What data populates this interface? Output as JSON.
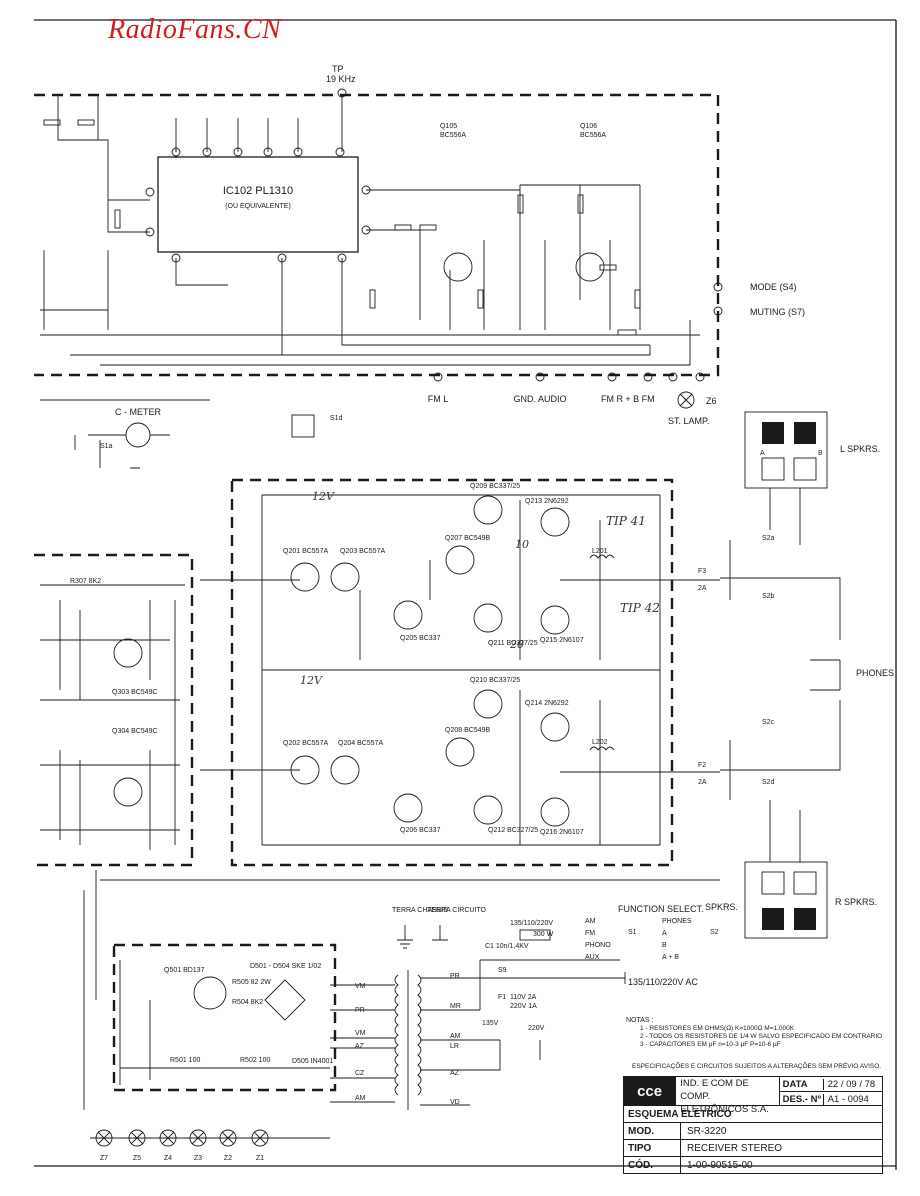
{
  "watermark": "RadioFans.CN",
  "handwritten": [
    "TIP 41",
    "TIP 42",
    "12V",
    "12V",
    "20",
    "10"
  ],
  "components": {
    "ic": "IC102 PL1310",
    "ic_note": "(OU EQUIVALENTE)",
    "q105": "Q105",
    "q105_type": "BC556A",
    "q106": "Q106",
    "q106_type": "BC556A",
    "tp": "TP",
    "tp_freq": "19 KHz",
    "q201": "Q201 BC557A",
    "q203": "Q203 BC557A",
    "q202": "Q202 BC557A",
    "q204": "Q204 BC557A",
    "q205": "Q205 BC337",
    "q206": "Q206 BC337",
    "q207": "Q207 BC549B",
    "q208": "Q208 BC549B",
    "q209": "Q209 BC337/25",
    "q210": "Q210 BC337/25",
    "q211": "Q211 BC327/25",
    "q212": "Q212 BC327/25",
    "q213": "Q213 2N6292",
    "q214": "Q214 2N6292",
    "q215": "Q215 2N6107",
    "q216": "Q216 2N6107",
    "q303": "Q303 BC549C",
    "q304": "Q304 BC549C",
    "q501": "Q501 BD137",
    "d501": "D501 - D504 SKE 1/02",
    "d505": "D505 IN4001",
    "l201": "L201",
    "l202": "L202",
    "r307": "R307 8K2",
    "r505": "R505 82 2W",
    "r504": "R504 8K2",
    "r501": "R501 100",
    "r502": "R502 100",
    "c_meter": "C - METER",
    "c1": "C1 10n/1,4KV",
    "s9": "S9",
    "f1": "F1",
    "f1_rating": "110V 2A",
    "f1_rating2": "220V 1A",
    "f2": "F2",
    "f2_rating": "2A",
    "f3": "F3",
    "f3_rating": "2A",
    "s1a": "S1a",
    "s1d": "S1d",
    "s2a": "S2a",
    "s2b": "S2b",
    "s2c": "S2c",
    "s2d": "S2d",
    "z6": "Z6",
    "vd": "VD"
  },
  "connections": {
    "mode": "MODE (S4)",
    "muting": "MUTING (S7)",
    "fm_l": "FM L",
    "gnd_audio": "GND. AUDIO",
    "fm_r": "FM R",
    "b_fm": "+ B FM",
    "st_lamp": "ST. LAMP.",
    "l_spkrs": "L SPKRS.",
    "r_spkrs": "R SPKRS.",
    "spkrs": "SPKRS.",
    "phones": "PHONES",
    "terra_chassis": "TERRA CHASSIS",
    "terra_circuito": "TERRA CIRCUITO",
    "voltage_select": "135/110/220V",
    "power_rating": "300 W",
    "ac_input": "135/110/220V AC",
    "vm": "VM",
    "pr": "PR",
    "az": "AZ",
    "cz": "CZ",
    "am": "AM",
    "mr": "MR",
    "lr": "LR",
    "v135": "135V",
    "v220": "220V"
  },
  "function_select": {
    "title": "FUNCTION SELECT.",
    "items": [
      "AM",
      "FM",
      "PHONO",
      "AUX"
    ],
    "s1": "S1",
    "phones_title": "PHONES",
    "phones_items": [
      "A",
      "B",
      "A + B"
    ],
    "s2": "S2"
  },
  "lamps": [
    "Z7",
    "Z5",
    "Z4",
    "Z3",
    "Z2",
    "Z1"
  ],
  "notes": {
    "title": "NOTAS :",
    "items": [
      "1 - RESISTORES EM OHMS(Ω) K=1000Ω  M=1.000K",
      "2 - TODOS OS RESISTORES DE 1/4 W SALVO ESPECIFICADO EM CONTRARIO",
      "3 - CAPACITORES EM µF n=10-3 µF  P=10-6 µF"
    ]
  },
  "spec_notice": "ESPECIFICAÇÕES E CIRCUITOS SUJEITOS A ALTERAÇÕES SEM PRÉVIO AVISO.",
  "title_block": {
    "logo": "cce",
    "company_line1": "IND. E COM DE COMP.",
    "company_line2": "ELETRÔNICOS S.A.",
    "data_label": "DATA",
    "data_value": "22 / 09 / 78",
    "des_label": "DES.- Nº",
    "des_value": "A1 - 0094",
    "doc": "ESQUEMA ELÉTRICO",
    "mod_label": "MOD.",
    "mod_value": "SR-3220",
    "tipo_label": "TIPO",
    "tipo_value": "RECEIVER STEREO",
    "cod_label": "CÓD.",
    "cod_value": "1-00-90515-00"
  }
}
